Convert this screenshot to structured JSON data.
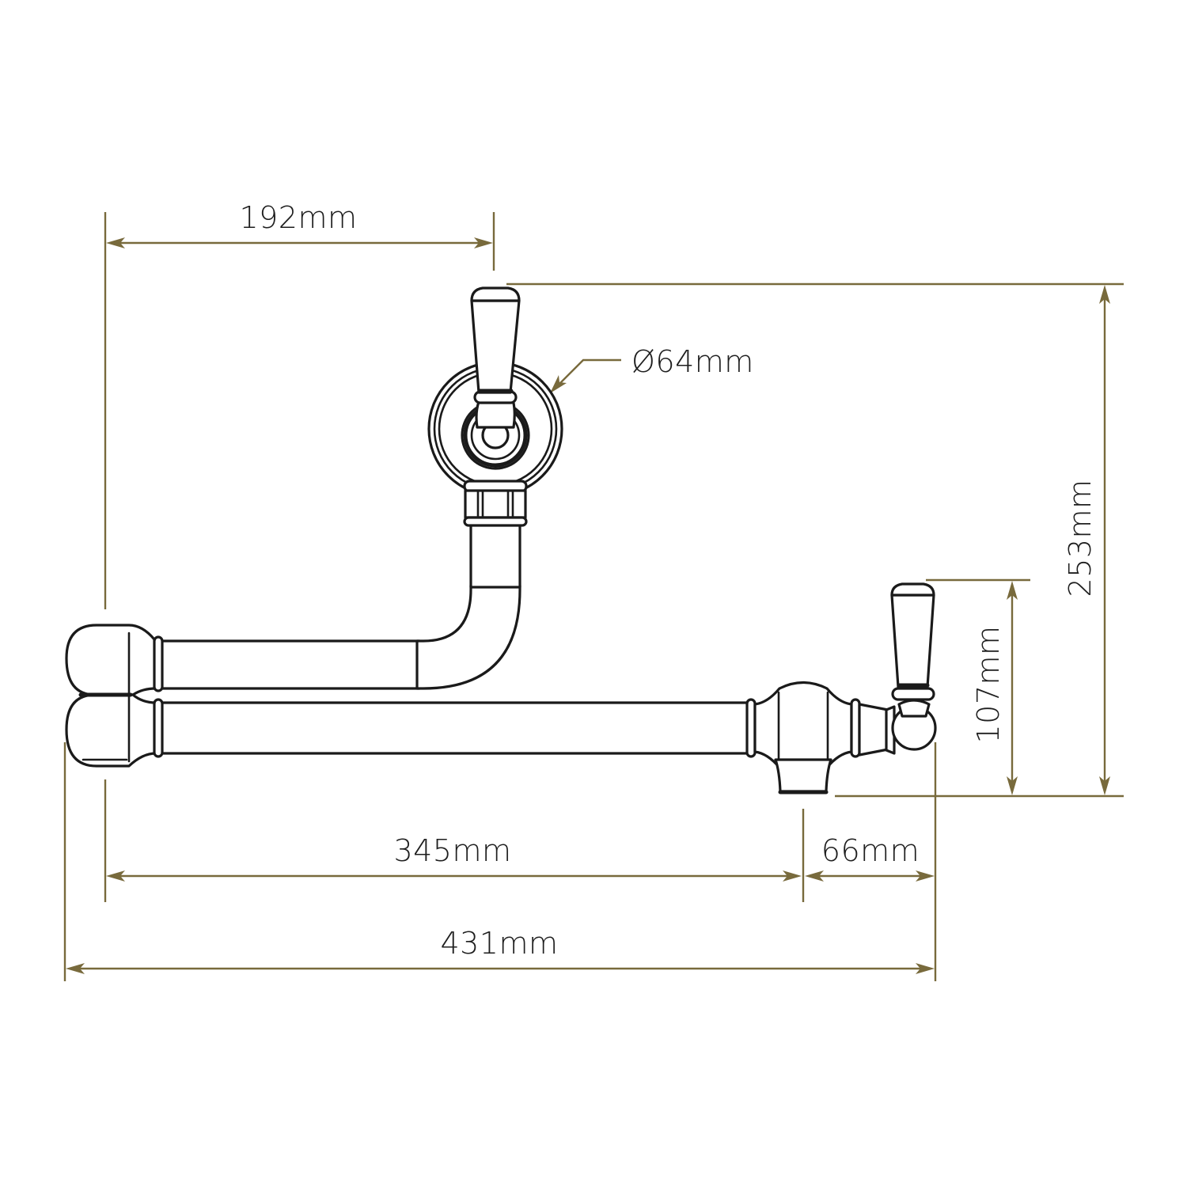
{
  "drawing": {
    "subject": "Wall-mounted pot filler tap, side elevation",
    "line_color": "#1a1a1a",
    "dimension_color": "#786a3c",
    "background": "#ffffff"
  },
  "dimensions": {
    "wall_to_handle": "192mm",
    "backplate_diameter": "Ø64mm",
    "total_height": "253mm",
    "spout_handle_height": "107mm",
    "arm_length": "345mm",
    "spout_length": "66mm",
    "total_length": "431mm"
  }
}
